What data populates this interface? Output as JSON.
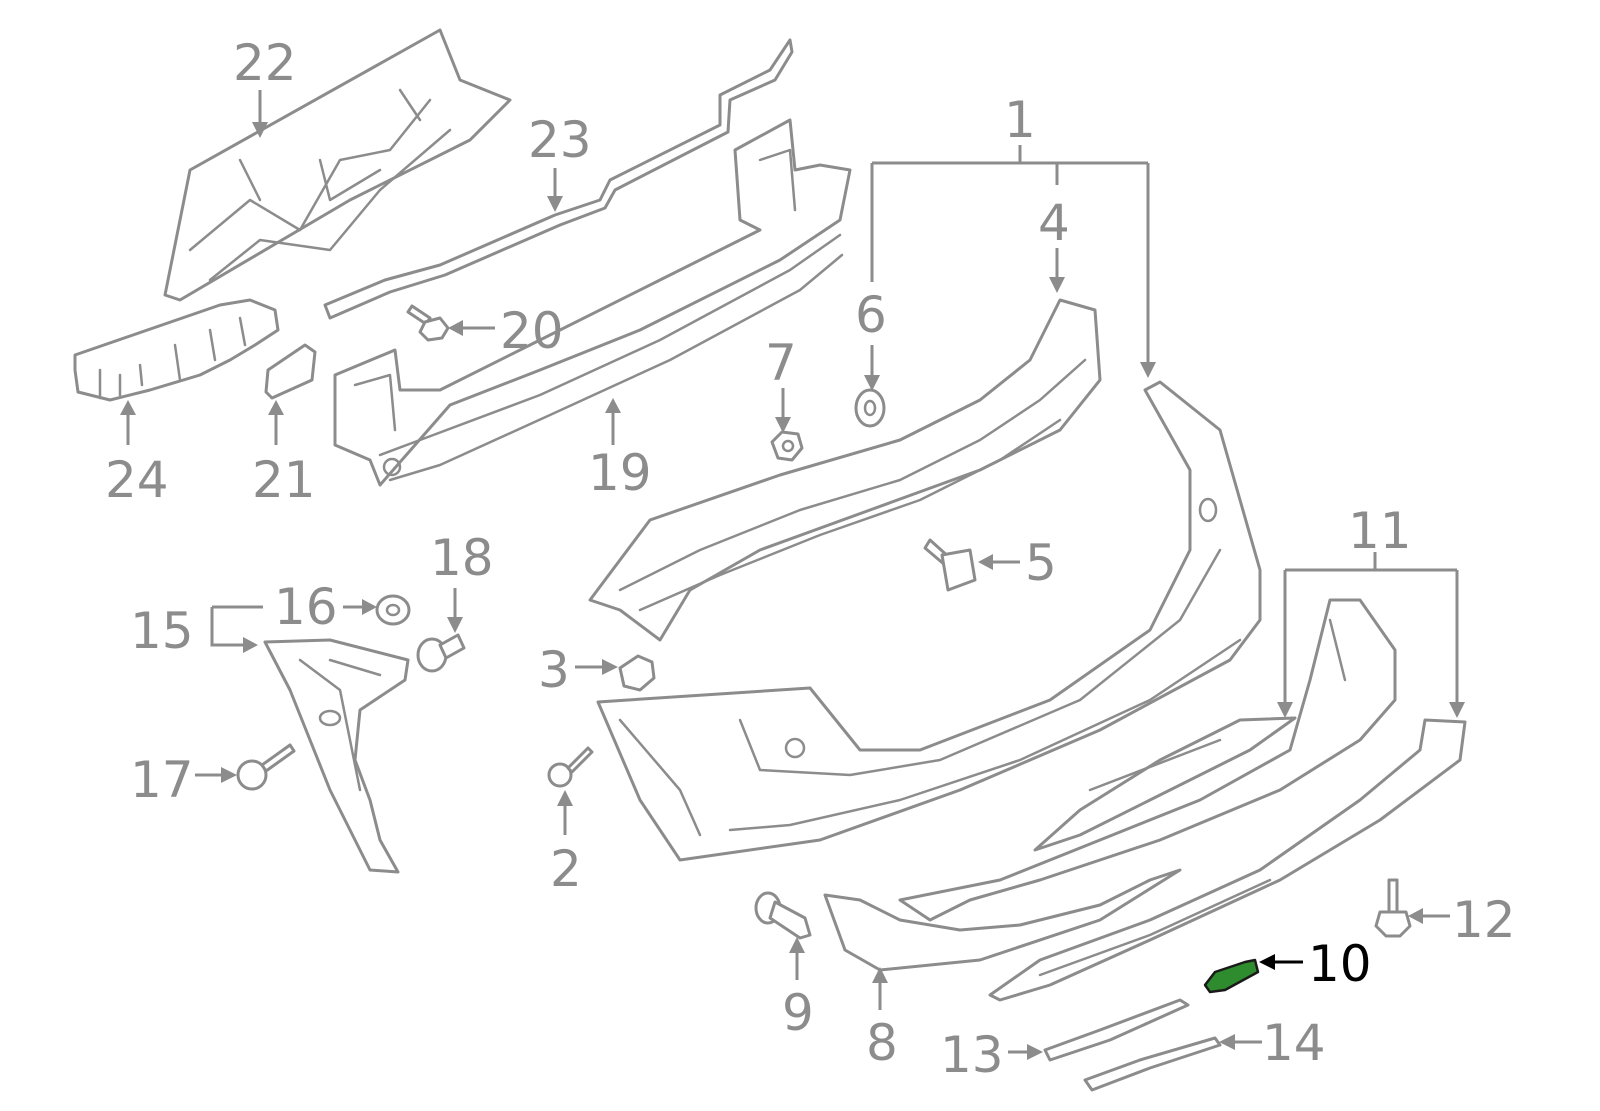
{
  "callouts": {
    "c1": "1",
    "c2": "2",
    "c3": "3",
    "c4": "4",
    "c5": "5",
    "c6": "6",
    "c7": "7",
    "c8": "8",
    "c9": "9",
    "c10": "10",
    "c11": "11",
    "c12": "12",
    "c13": "13",
    "c14": "14",
    "c15": "15",
    "c16": "16",
    "c17": "17",
    "c18": "18",
    "c19": "19",
    "c20": "20",
    "c21": "21",
    "c22": "22",
    "c23": "23",
    "c24": "24"
  },
  "colors": {
    "line": "#8c8c8c",
    "highlight_label": "#000000",
    "highlight_part": "#2e8b2e"
  },
  "highlighted_part": "10"
}
